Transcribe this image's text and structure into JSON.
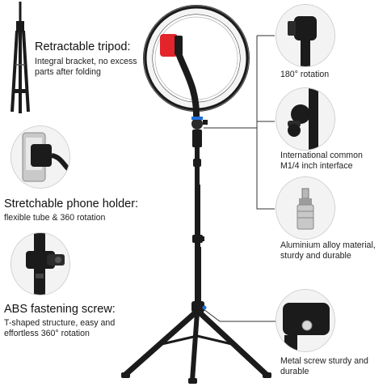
{
  "features": {
    "tripod": {
      "title": "Retractable tripod:",
      "desc": "Integral bracket, no excess parts after folding"
    },
    "phone_holder": {
      "title": "Stretchable phone holder:",
      "desc": "flexible tube & 360 rotation"
    },
    "fastening_screw": {
      "title": "ABS fastening screw:",
      "desc": "T-shaped structure, easy and effortless 360° rotation"
    },
    "rotation": {
      "desc": "180° rotation"
    },
    "interface": {
      "desc": "International common M1/4 inch interface"
    },
    "alloy": {
      "desc": "Aluminium alloy material, sturdy and durable"
    },
    "metal_screw": {
      "desc": "Metal screw sturdy and durable"
    }
  },
  "colors": {
    "accent_red": "#e3242b",
    "accent_blue": "#1e6fd9",
    "stand_black": "#1b1b1b",
    "ring_glow": "#f2f2f2",
    "leader_line": "#333333"
  }
}
